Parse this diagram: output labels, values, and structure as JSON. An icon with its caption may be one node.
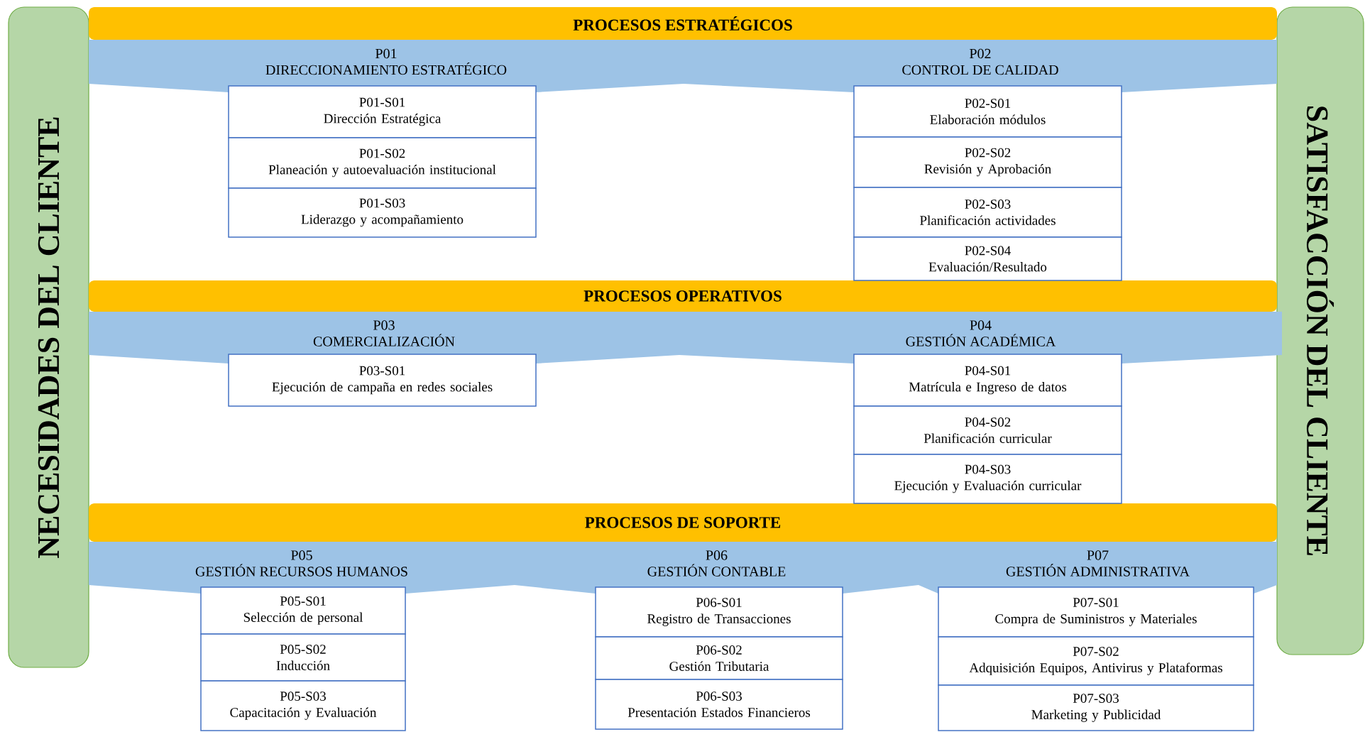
{
  "diagram": {
    "nodes": [
      {
        "text": [
          "NECESIDADES DEL CLIENTE"
        ]
      },
      {
        "text": [
          "PROCESOS ESTRATÉGICOS"
        ]
      },
      {
        "text": [
          "P01",
          "DIRECCIONAMIENTO ESTRATÉGICO"
        ]
      },
      {
        "text": [
          "P01-S01",
          "Dirección Estratégica"
        ]
      },
      {
        "text": [
          "P01-S02",
          "Planeación y autoevaluación institucional"
        ]
      },
      {
        "text": [
          "P01-S03",
          "Liderazgo y acompañamiento"
        ]
      },
      {
        "text": [
          "P02",
          "CONTROL DE CALIDAD"
        ]
      },
      {
        "text": [
          "P02-S01",
          "Elaboración módulos"
        ]
      },
      {
        "text": [
          "P02-S02",
          "Revisión y Aprobación"
        ]
      },
      {
        "text": [
          "P02-S03",
          "Planificación actividades"
        ]
      },
      {
        "text": [
          "P02-S04",
          "Evaluación/Resultado"
        ]
      },
      {
        "text": [
          "PROCESOS OPERATIVOS"
        ]
      },
      {
        "text": [
          "P03",
          "COMERCIALIZACIÓN"
        ]
      },
      {
        "text": [
          "P03-S01",
          "Ejecución de campaña en redes sociales"
        ]
      },
      {
        "text": [
          "P04",
          "GESTIÓN ACADÉMICA"
        ]
      },
      {
        "text": [
          "P04-S01",
          "Matrícula e Ingreso de datos"
        ]
      },
      {
        "text": [
          "P04-S02",
          "Planificación curricular"
        ]
      },
      {
        "text": [
          "P04-S03",
          "Ejecución y Evaluación curricular"
        ]
      },
      {
        "text": [
          "PROCESOS DE SOPORTE"
        ]
      },
      {
        "text": [
          "P05",
          "GESTIÓN RECURSOS HUMANOS"
        ]
      },
      {
        "text": [
          "P05-S01",
          "Selección de personal"
        ]
      },
      {
        "text": [
          "P05-S02",
          "Inducción"
        ]
      },
      {
        "text": [
          "P05-S03",
          "Capacitación y Evaluación"
        ]
      },
      {
        "text": [
          "P06",
          "GESTIÓN CONTABLE"
        ]
      },
      {
        "text": [
          "P06-S01",
          "Registro de Transacciones"
        ]
      },
      {
        "text": [
          "P06-S02",
          "Gestión Tributaria"
        ]
      },
      {
        "text": [
          "P06-S03",
          "Presentación Estados Financieros"
        ]
      },
      {
        "text": [
          "P07",
          "GESTIÓN ADMINISTRATIVA"
        ]
      },
      {
        "text": [
          "P07-S01",
          "Compra de Suministros y Materiales"
        ]
      },
      {
        "text": [
          "P07-S02",
          "Adquisición Equipos, Antivirus y Plataformas"
        ]
      },
      {
        "text": [
          "P07-S03",
          "Marketing y Publicidad"
        ]
      },
      {
        "text": [
          "SATISFACCIÓN DEL CLIENTE"
        ]
      }
    ]
  }
}
